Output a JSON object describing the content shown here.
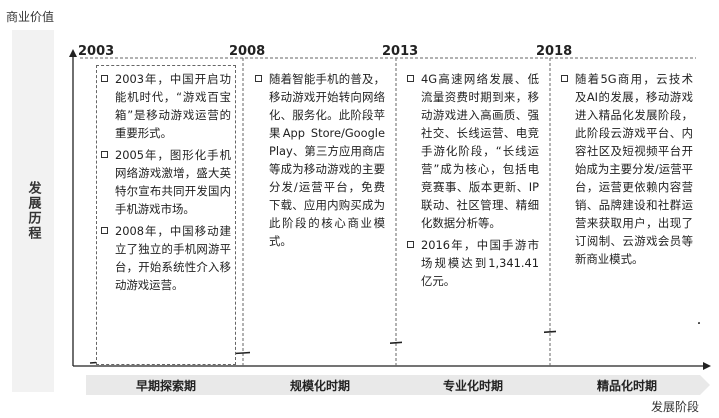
{
  "axis": {
    "y_label": "商业价值",
    "x_label": "发展阶段",
    "side_label": "发展历程"
  },
  "years": [
    "2003",
    "2008",
    "2013",
    "2018"
  ],
  "stages": [
    {
      "bullets": [
        "2003年，中国开启功能机时代，“游戏百宝箱”是移动游戏运营的重要形式。",
        "2005年，图形化手机网络游戏激增，盛大英特尔宣布共同开发国内手机游戏市场。",
        "2008年，中国移动建立了独立的手机网游平台，开始系统性介入移动游戏运营。"
      ]
    },
    {
      "bullets": [
        "随着智能手机的普及，移动游戏开始转向网络化、服务化。此阶段苹果App Store/Google Play、第三方应用商店等成为移动游戏的主要分发/运营平台，免费下载、应用内购买成为此阶段的核心商业模式。"
      ]
    },
    {
      "bullets": [
        "4G高速网络发展、低流量资费时期到来，移动游戏进入高画质、强社交、长线运营、电竞手游化阶段，“长线运营”成为核心，包括电竞赛事、版本更新、IP联动、社区管理、精细化数据分析等。",
        "2016年，中国手游市场规模达到1,341.41亿元。"
      ]
    },
    {
      "bullets": [
        "随着5G商用，云技术及AI的发展，移动游戏进入精品化发展阶段，此阶段云游戏平台、内容社区及短视频平台开始成为主要分发/运营平台，运营更依赖内容营销、品牌建设和社群运营来获取用户，出现了订阅制、云游戏会员等新商业模式。"
      ]
    }
  ],
  "phases": [
    "早期探索期",
    "规模化时期",
    "专业化时期",
    "精品化时期"
  ],
  "colors": {
    "phase_band": "#e9e9e9",
    "axis": "#222222",
    "dashed": "#666666"
  }
}
